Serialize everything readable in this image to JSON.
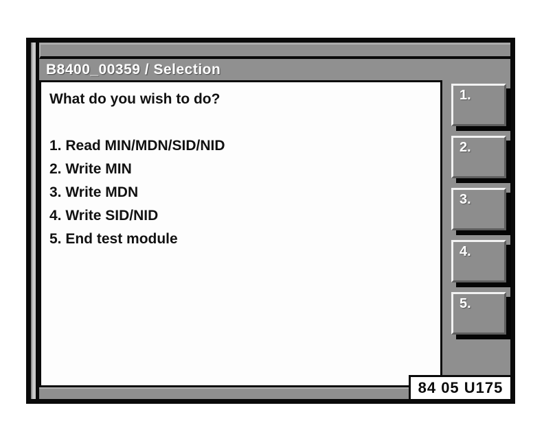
{
  "screen": {
    "title_bar": {
      "title": "B8400_00359 / Selection"
    },
    "dialog": {
      "prompt": "What do you wish to do?",
      "menu_items": [
        {
          "text": "1. Read MIN/MDN/SID/NID"
        },
        {
          "text": "2. Write MIN"
        },
        {
          "text": "3. Write MDN"
        },
        {
          "text": "4. Write SID/NID"
        },
        {
          "text": "5. End test module"
        }
      ]
    },
    "softkeys": [
      {
        "label": "1."
      },
      {
        "label": "2."
      },
      {
        "label": "3."
      },
      {
        "label": "4."
      },
      {
        "label": "5."
      }
    ],
    "footer": {
      "code": "84 05 U175"
    }
  },
  "colors": {
    "panel_gray": "#8f8f8f",
    "dialog_white": "#fdfdfd",
    "border_black": "#0a0a0a",
    "title_text": "#ffffff",
    "body_text": "#111111"
  }
}
